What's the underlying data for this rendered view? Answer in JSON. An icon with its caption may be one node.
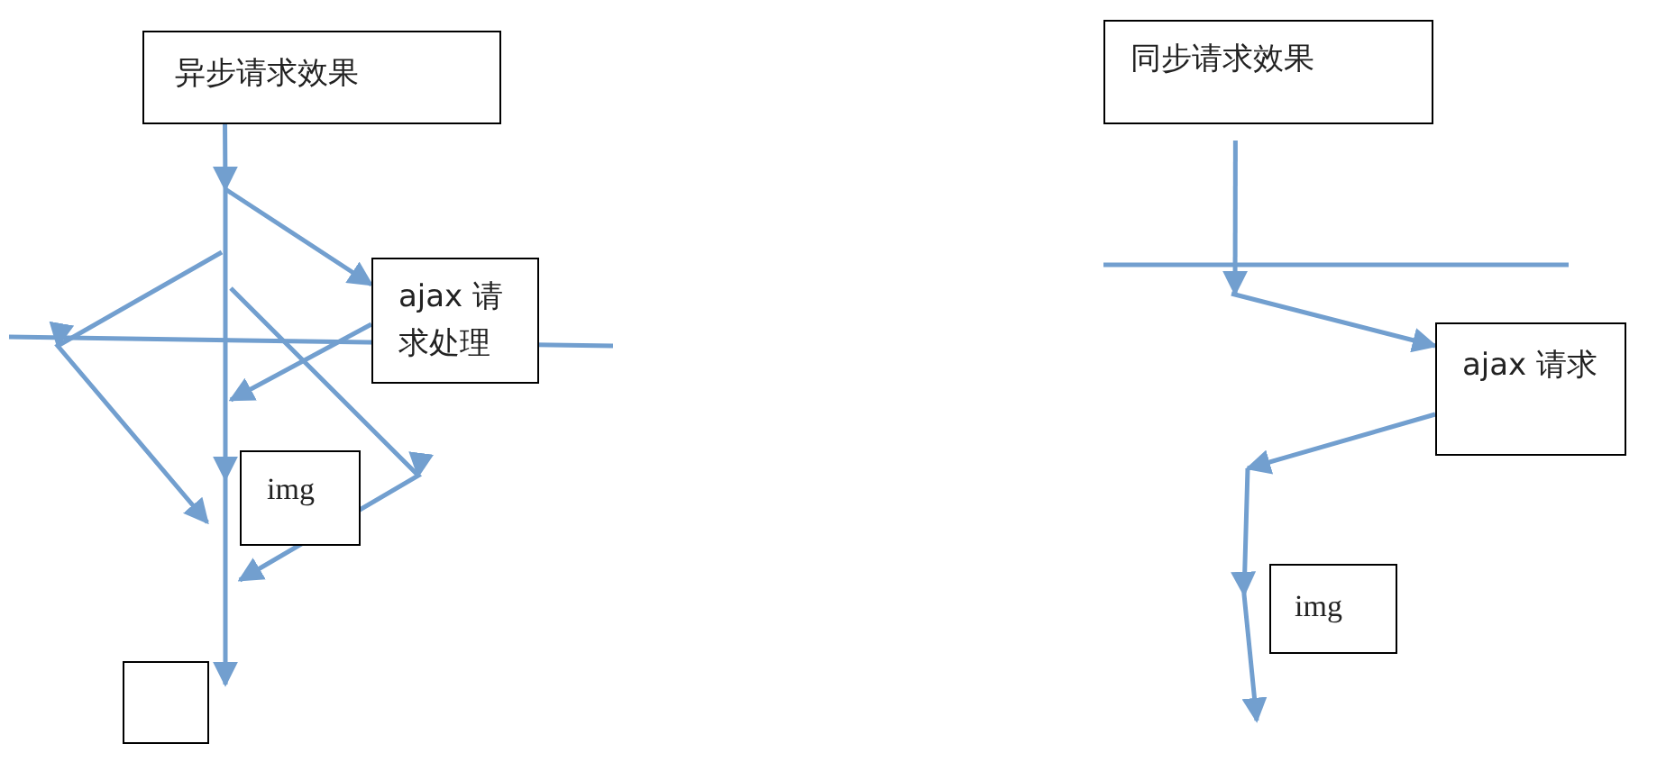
{
  "diagram": {
    "nodes": [
      {
        "text": [
          "异步请求效果"
        ]
      },
      {
        "text": [
          "ajax 请求处理"
        ]
      },
      {
        "text": [
          "img"
        ]
      },
      {
        "text": [],
        "shape": "box"
      },
      {
        "text": [
          "同步请求效果"
        ]
      },
      {
        "text": [
          "ajax 请求"
        ]
      },
      {
        "text": [
          "img"
        ]
      }
    ],
    "edges": [
      {
        "from": 0,
        "to": 3,
        "arrow": "to"
      },
      {
        "from": null,
        "to": 1,
        "arrow": "to"
      },
      {
        "from": 1,
        "to": 2,
        "arrow": "to"
      },
      {
        "from": 4,
        "to": null,
        "arrow": "to"
      },
      {
        "from": null,
        "to": 5,
        "arrow": "to"
      },
      {
        "from": 5,
        "to": null,
        "arrow": "to"
      },
      {
        "from": null,
        "to": 2,
        "arrow": "to"
      },
      {
        "from": null,
        "to": 2,
        "arrow": "to"
      }
    ]
  }
}
